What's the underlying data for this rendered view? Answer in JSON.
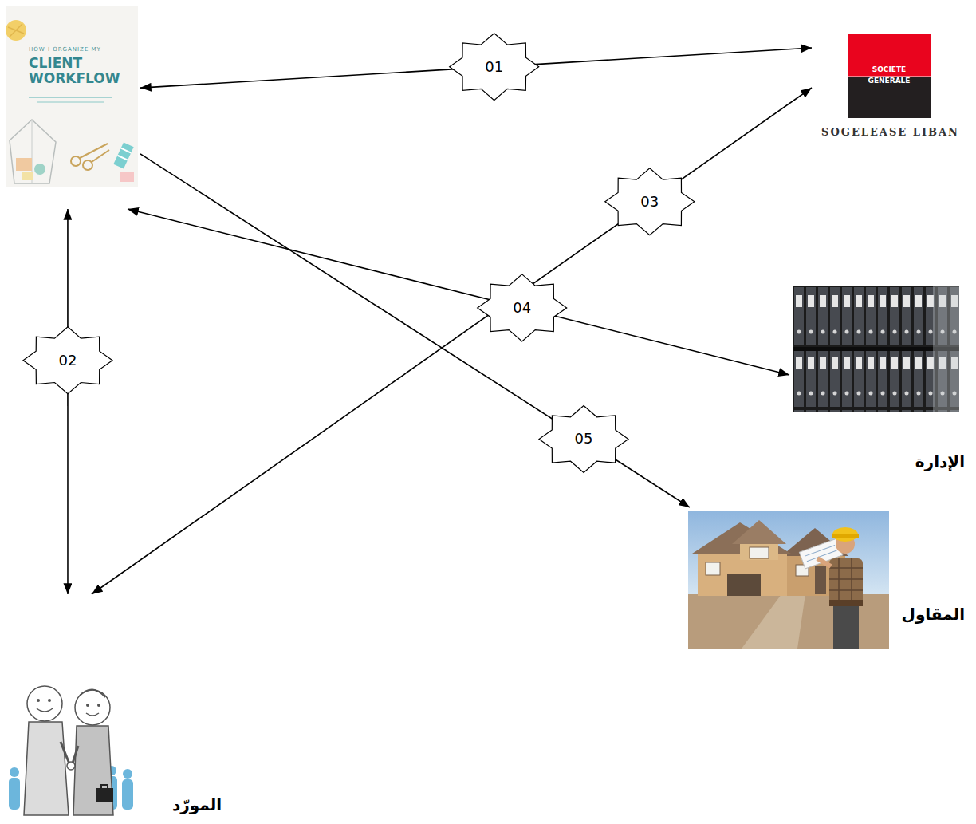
{
  "diagram": {
    "nodes": [
      {
        "text": [
          "HOW I ORGANIZE MY",
          "CLIENT WORKFLOW"
        ]
      },
      {
        "text": [
          "SOCIETE GENERALE",
          "SOGELEASE LIBAN"
        ]
      },
      {
        "text": [
          "الإدارة"
        ]
      },
      {
        "text": [
          "المقاول"
        ]
      },
      {
        "text": [
          "المورّد"
        ]
      }
    ],
    "edges": [
      {
        "from": 0,
        "to": 1,
        "arrow": "both",
        "label": "01"
      },
      {
        "from": 0,
        "to": 4,
        "arrow": "both",
        "label": "02"
      },
      {
        "from": 4,
        "to": 1,
        "arrow": "both",
        "label": "03"
      },
      {
        "from": 2,
        "to": 0,
        "arrow": "both",
        "label": "04"
      },
      {
        "from": 0,
        "to": 3,
        "arrow": "to",
        "label": "05"
      }
    ]
  }
}
